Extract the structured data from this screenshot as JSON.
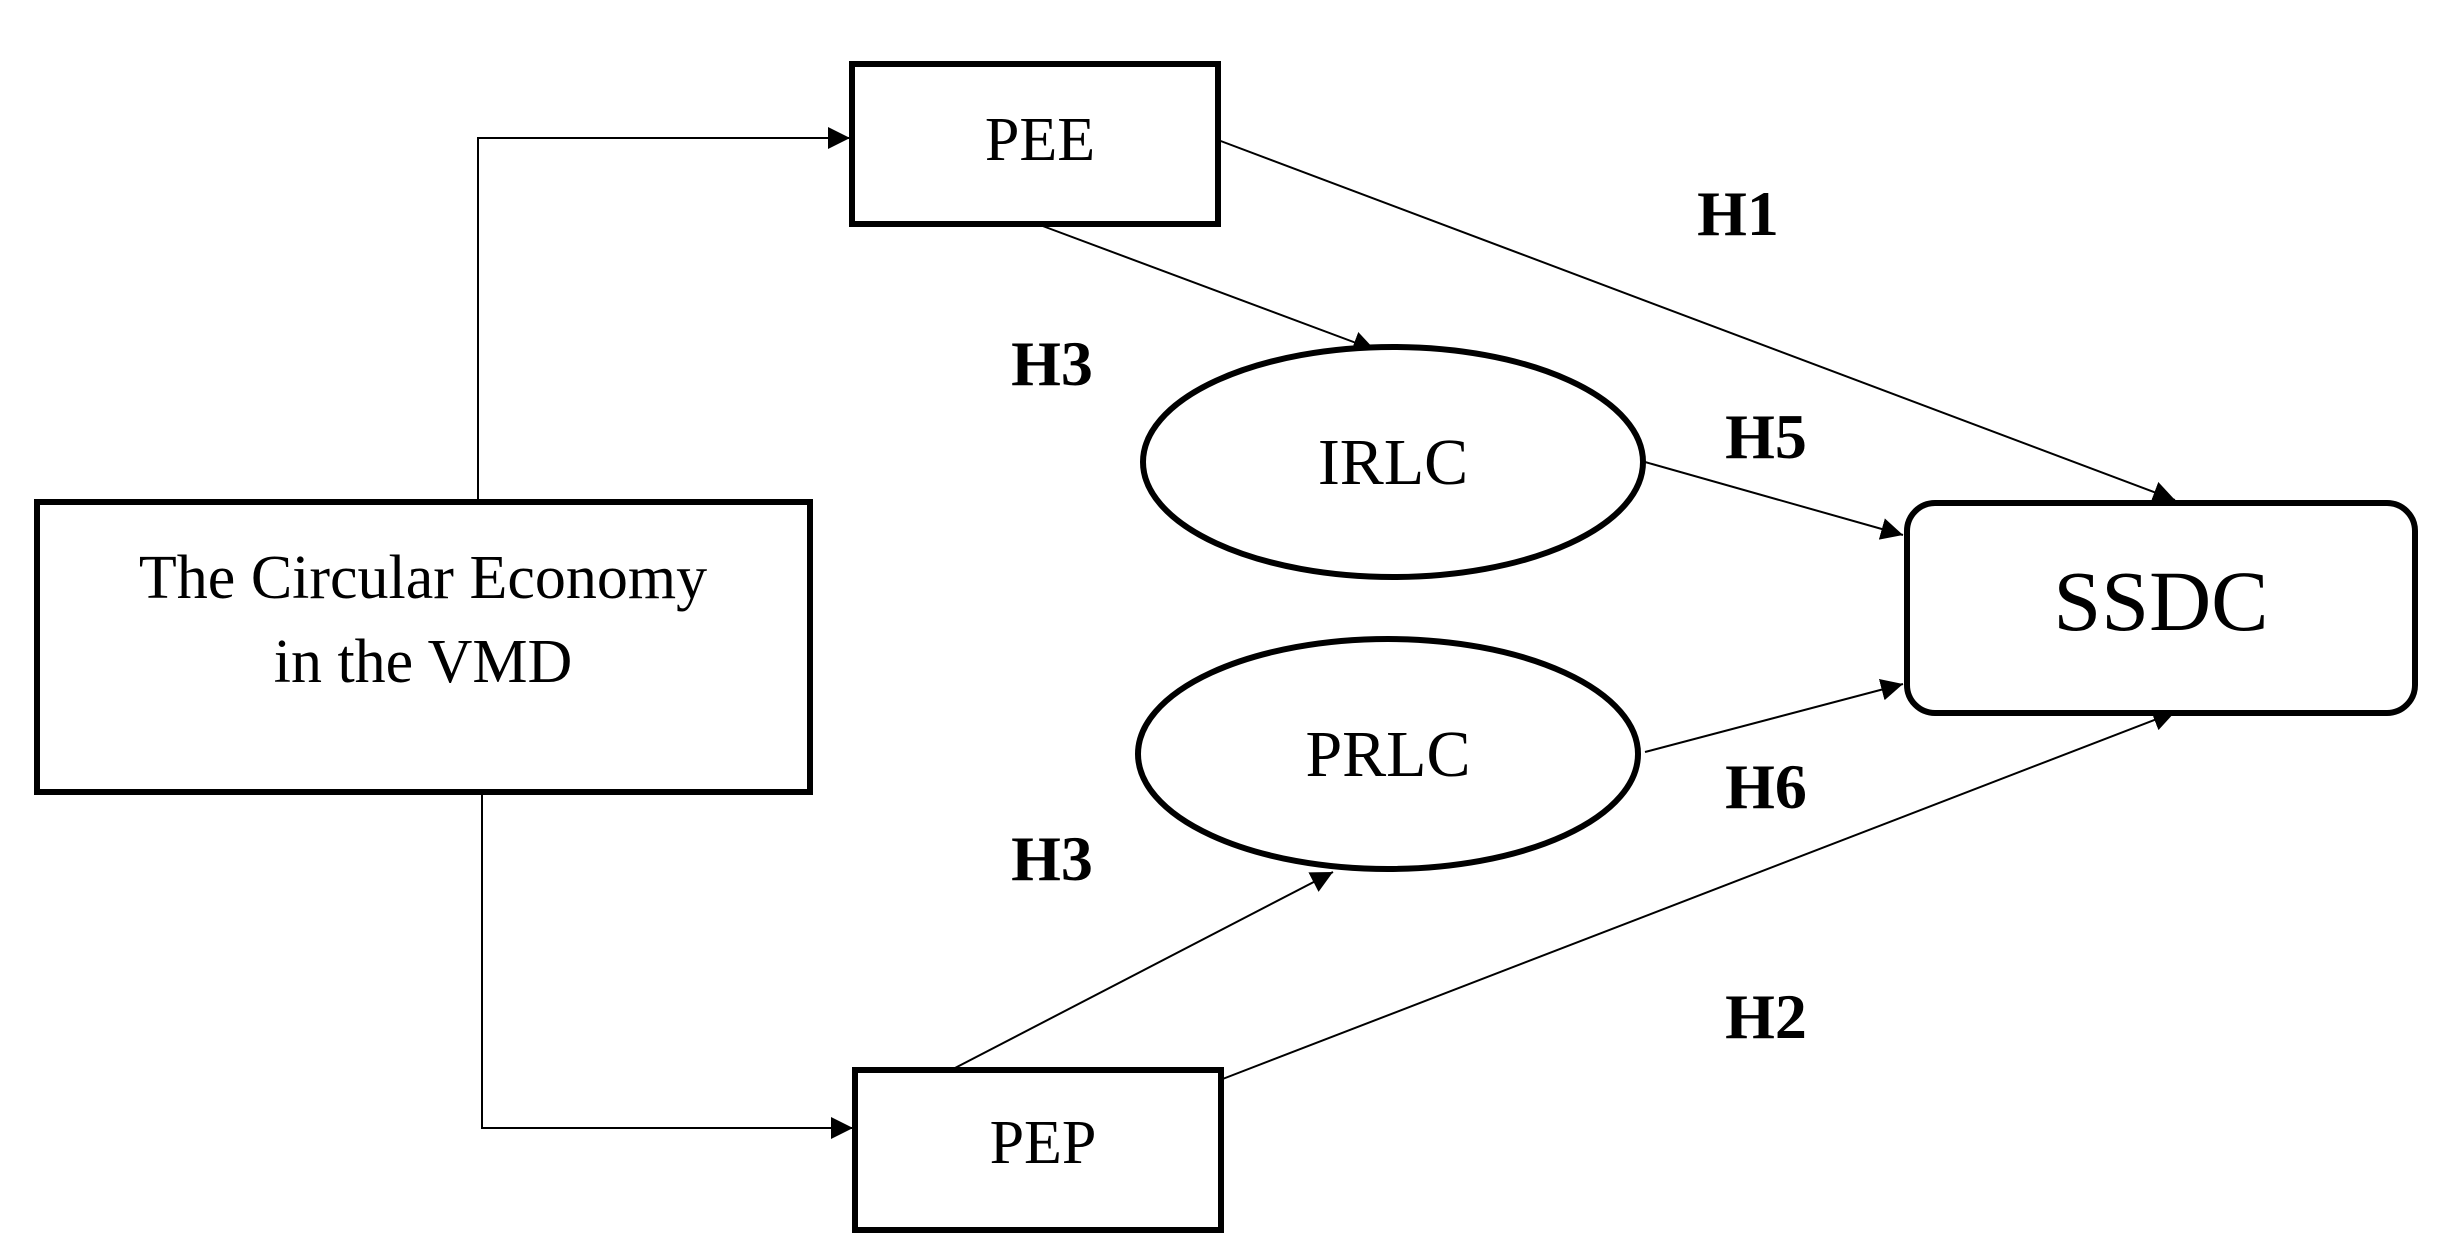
{
  "nodes": {
    "pee": "PEE",
    "pep": "PEP",
    "irlc": "IRLC",
    "prlc": "PRLC",
    "ssdc": "SSDC",
    "circular_economy_line1": "The Circular Economy",
    "circular_economy_line2": "in the VMD"
  },
  "hypotheses": {
    "h1": "H1",
    "h2": "H2",
    "h3_top": "H3",
    "h3_bottom": "H3",
    "h5": "H5",
    "h6": "H6"
  },
  "colors": {
    "stroke": "#000000",
    "background": "#ffffff"
  }
}
